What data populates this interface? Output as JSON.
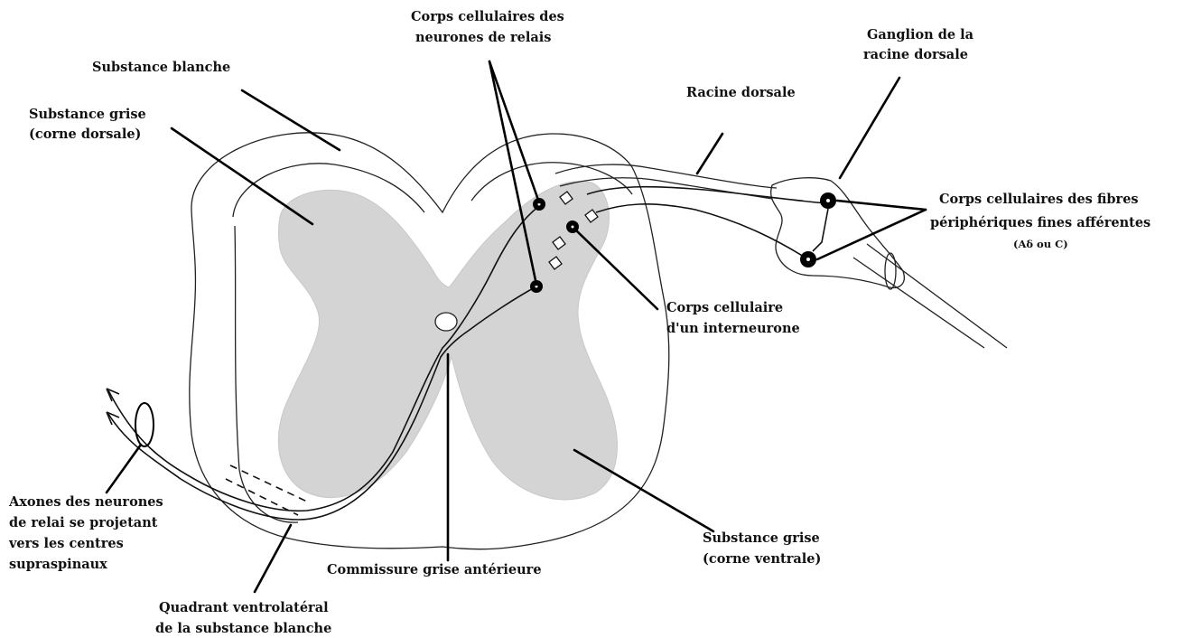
{
  "labels": {
    "substance_blanche": "Substance blanche",
    "substance_grise_dorsale": [
      "Substance grise",
      "(corne dorsale)"
    ],
    "corps_relais": [
      "Corps cellulaires des",
      "neurones de relais"
    ],
    "ganglion": [
      "Ganglion de la",
      "racine dorsale"
    ],
    "racine_dorsale": "Racine dorsale",
    "corps_fibres": [
      "Corps cellulaires des fibres",
      "périphériques fines afférentes"
    ],
    "fibres_types": "(Aδ ou C)",
    "corps_interneurone": [
      "Corps cellulaire",
      "d'un interneurone"
    ],
    "axones": [
      "Axones des neurones",
      "de relai se projetant",
      "vers les centres",
      "supraspinaux"
    ],
    "commissure": "Commissure grise antérieure",
    "substance_grise_ventrale": [
      "Substance grise",
      "(corne ventrale)"
    ],
    "quadrant": [
      "Quadrant ventrolatéral",
      "de la substance blanche"
    ]
  },
  "colors": {
    "gray_matter": "#d4d4d4",
    "white_matter": "#ffffff",
    "lines": "#000000"
  }
}
